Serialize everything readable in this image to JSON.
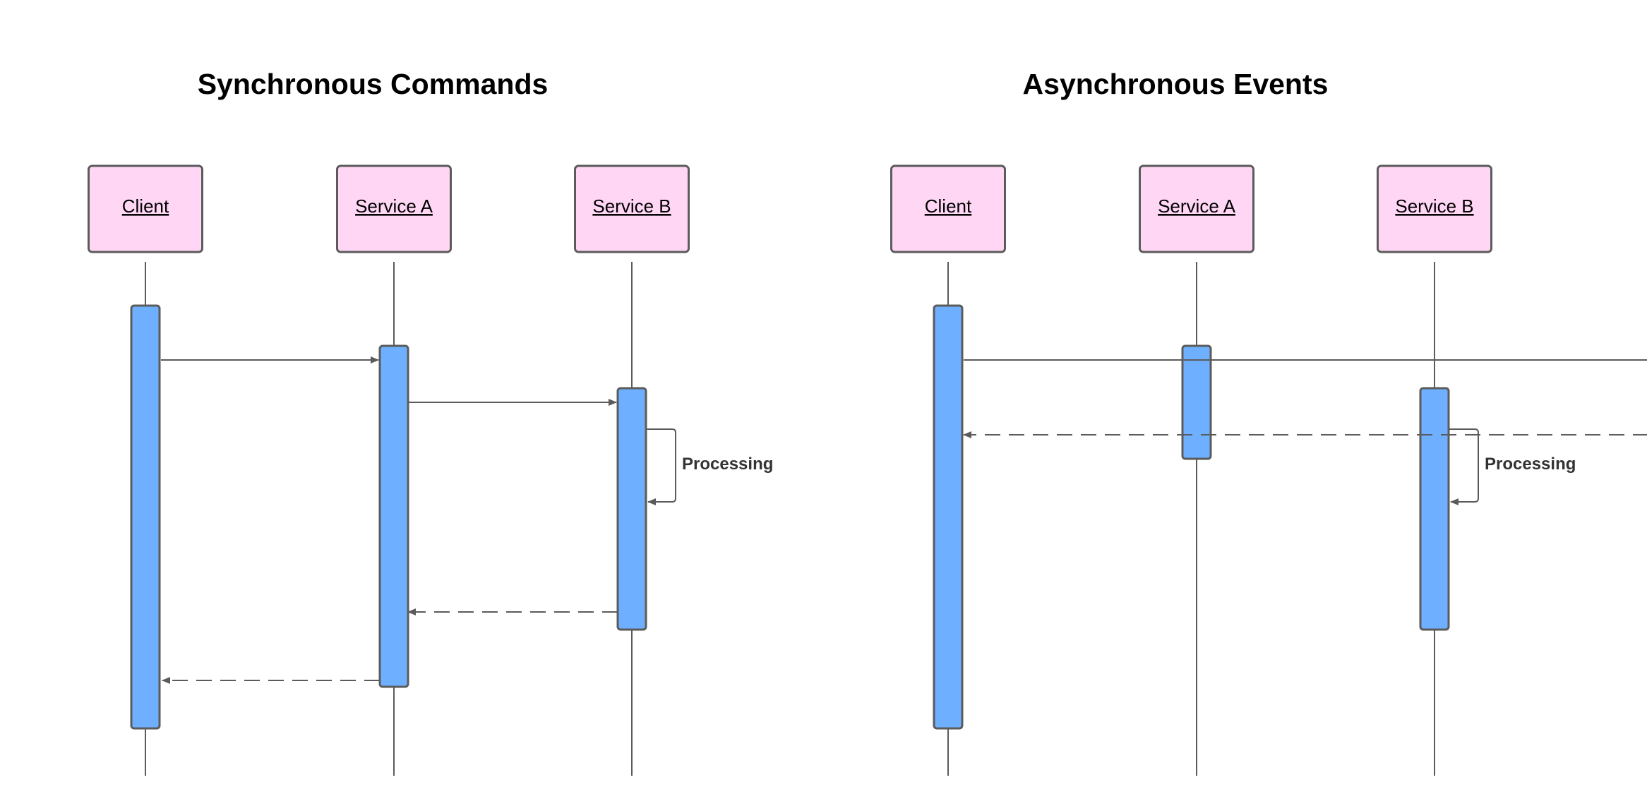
{
  "colors": {
    "participant_fill": "#ffd7f5",
    "participant_stroke": "#5b5b5b",
    "activation_fill": "#6eb0ff",
    "line": "#5b5b5b"
  },
  "diagrams": [
    {
      "title": "Synchronous Commands",
      "participants": [
        {
          "label": "Client"
        },
        {
          "label": "Service A"
        },
        {
          "label": "Service B"
        }
      ],
      "self_message_label": "Processing"
    },
    {
      "title": "Asynchronous Events",
      "participants": [
        {
          "label": "Client"
        },
        {
          "label": "Service A"
        },
        {
          "label": "Service B"
        }
      ],
      "self_message_label": "Processing"
    }
  ]
}
